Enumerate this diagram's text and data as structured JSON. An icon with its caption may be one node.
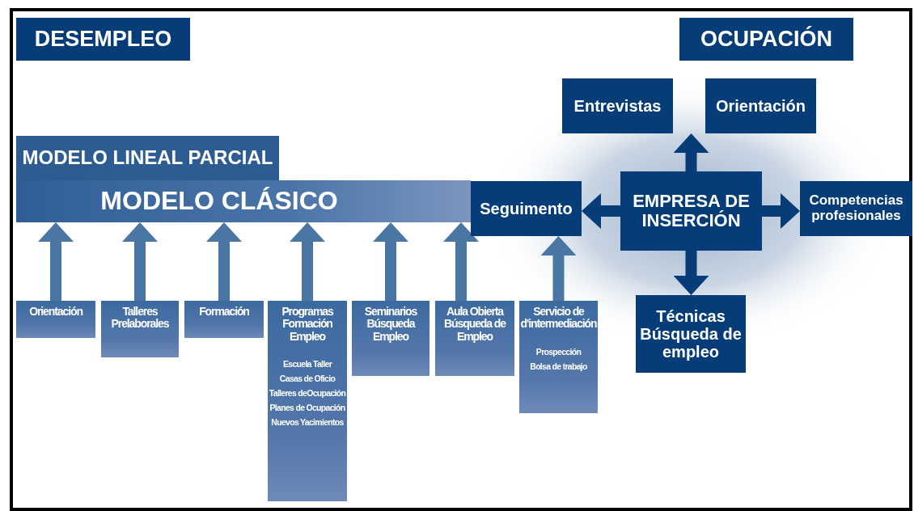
{
  "diagram": {
    "nodes": [
      {
        "text": [
          "DESEMPLEO"
        ]
      },
      {
        "text": [
          "OCUPACIÓN"
        ]
      },
      {
        "text": [
          "MODELO LINEAL PARCIAL"
        ]
      },
      {
        "text": [
          "MODELO CLÁSICO"
        ]
      },
      {
        "text": [
          "Entrevistas"
        ]
      },
      {
        "text": [
          "Orientación"
        ]
      },
      {
        "text": [
          "Seguimento"
        ]
      },
      {
        "text": [
          "EMPRESA DE INSERCIÓN"
        ]
      },
      {
        "text": [
          "Competencias profesionales"
        ]
      },
      {
        "text": [
          "Técnicas Búsqueda de empleo"
        ]
      },
      {
        "text": [
          "Orientación"
        ]
      },
      {
        "text": [
          "Talleres Prelaborales"
        ]
      },
      {
        "text": [
          "Formación"
        ]
      },
      {
        "text": [
          "Programas Formación Empleo",
          "Escuela Taller",
          "Casas de Oficio",
          "Talleres deOcupación",
          "Planes de Ocupación",
          "Nuevos Yacimientos"
        ]
      },
      {
        "text": [
          "Seminarios Búsqueda Empleo"
        ]
      },
      {
        "text": [
          "Aula Obierta Búsqueda de Empleo"
        ]
      },
      {
        "text": [
          "Servicio de d'intermediación",
          "Prospección",
          "Bolsa de trabajo"
        ]
      }
    ],
    "edges": [
      {
        "from": 10,
        "to": 3,
        "arrow": "to"
      },
      {
        "from": 11,
        "to": 3,
        "arrow": "to"
      },
      {
        "from": 12,
        "to": 3,
        "arrow": "to"
      },
      {
        "from": 13,
        "to": 3,
        "arrow": "to"
      },
      {
        "from": 14,
        "to": 3,
        "arrow": "to"
      },
      {
        "from": 15,
        "to": 3,
        "arrow": "to"
      },
      {
        "from": 16,
        "to": 6,
        "arrow": "to"
      },
      {
        "from": 7,
        "to": 6,
        "arrow": "to",
        "color": "#063d78"
      },
      {
        "from": 7,
        "to": 4,
        "arrow": "to",
        "color": "#063d78"
      },
      {
        "from": 7,
        "to": 5,
        "arrow": "to",
        "color": "#063d78"
      },
      {
        "from": 7,
        "to": 8,
        "arrow": "to",
        "color": "#063d78"
      },
      {
        "from": 7,
        "to": 9,
        "arrow": "to",
        "color": "#063d78"
      }
    ]
  }
}
